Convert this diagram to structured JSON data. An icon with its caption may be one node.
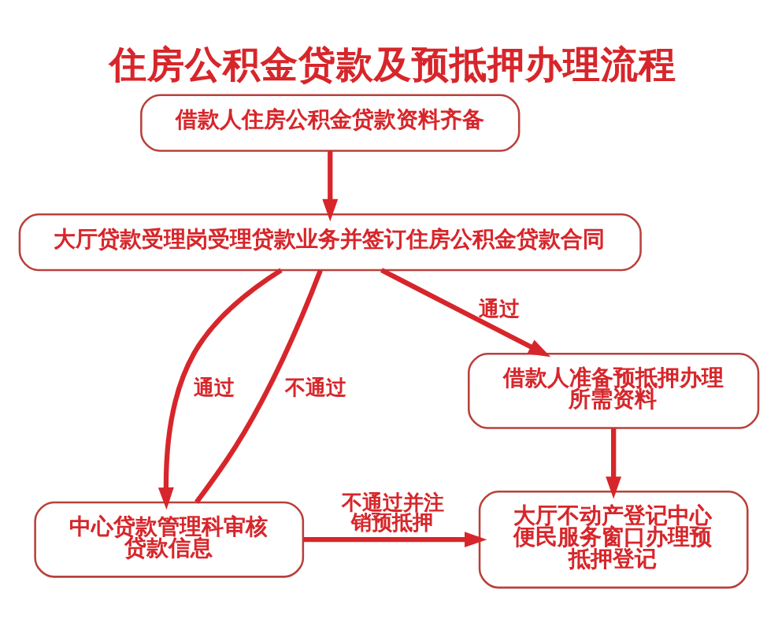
{
  "diagram": {
    "title": "住房公积金贷款及预抵押办理流程",
    "nodes": [
      {
        "text": [
          "借款人住房公积金贷款资料齐备"
        ]
      },
      {
        "text": [
          "大厅贷款受理岗受理贷款业务并签订住房公积金贷款合同"
        ]
      },
      {
        "text": [
          "借款人准备预抵押办理所需资料"
        ]
      },
      {
        "text": [
          "中心贷款管理科审核贷款信息"
        ]
      },
      {
        "text": [
          "大厅不动产登记中心便民服务窗口办理预抵押登记"
        ]
      }
    ],
    "edges": [
      {
        "from": 0,
        "to": 1,
        "arrow": "to"
      },
      {
        "from": 1,
        "to": 2,
        "arrow": "to",
        "label": "通过"
      },
      {
        "from": 1,
        "to": 3,
        "arrow": "to",
        "label": "通过"
      },
      {
        "from": 1,
        "to": 3,
        "arrow": "none",
        "label": "不通过"
      },
      {
        "from": 2,
        "to": 4,
        "arrow": "to"
      },
      {
        "from": 3,
        "to": 4,
        "arrow": "to",
        "label": "不通过并注销预抵押"
      }
    ]
  }
}
